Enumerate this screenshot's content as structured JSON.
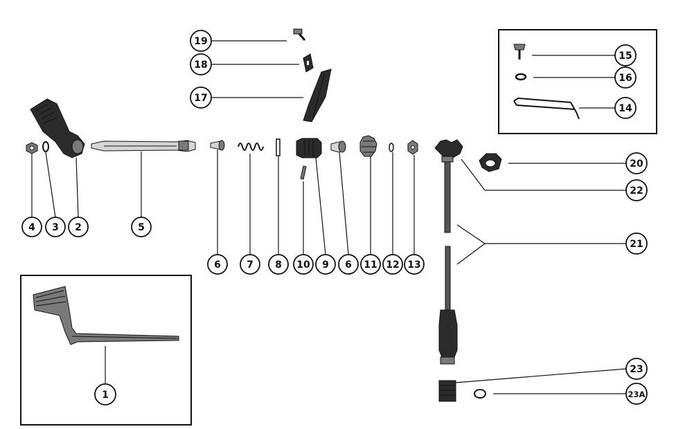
{
  "callouts": {
    "c1": "1",
    "c2": "2",
    "c3": "3",
    "c4": "4",
    "c5": "5",
    "c6a": "6",
    "c6b": "6",
    "c7": "7",
    "c8": "8",
    "c9": "9",
    "c10": "10",
    "c11": "11",
    "c12": "12",
    "c13": "13",
    "c14": "14",
    "c15": "15",
    "c16": "16",
    "c17": "17",
    "c18": "18",
    "c19": "19",
    "c20": "20",
    "c21": "21",
    "c22": "22",
    "c23": "23",
    "c23a": "23A"
  },
  "parts": {
    "handle-grip": "handle-grip-part",
    "tiller-handle-assembly": "tiller-handle-assembly-part",
    "steering-cable": "steering-cable-part"
  }
}
